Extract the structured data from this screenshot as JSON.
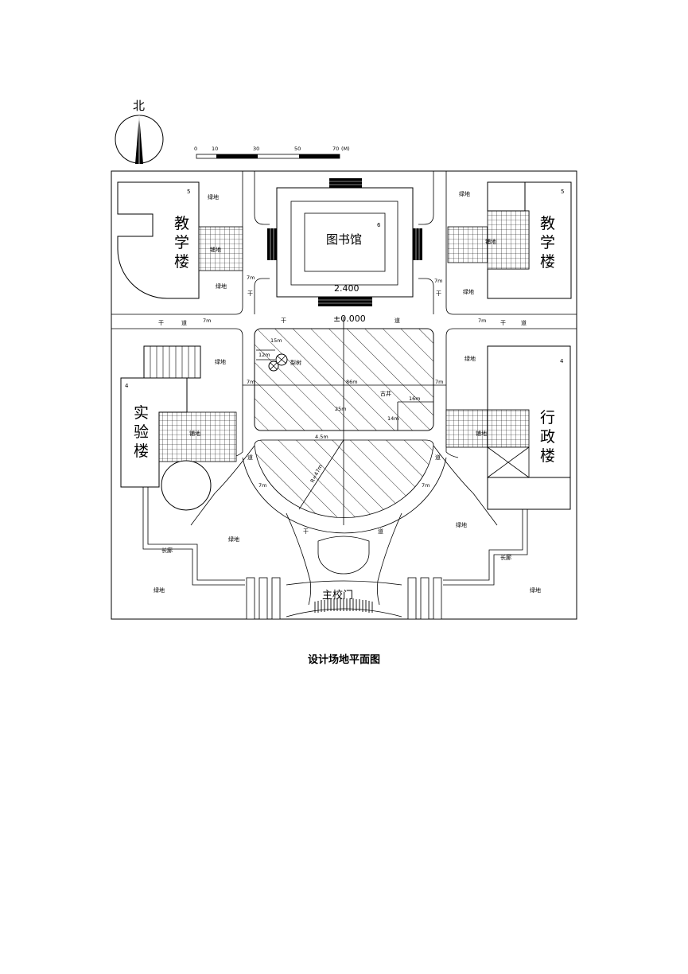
{
  "compass": {
    "north": "北"
  },
  "scale_bar": {
    "ticks": [
      "0",
      "10",
      "30",
      "50",
      "70"
    ],
    "unit": "(M)"
  },
  "buildings": {
    "teaching_left": {
      "chars": [
        "教",
        "学",
        "楼"
      ],
      "floors": "5"
    },
    "teaching_right": {
      "chars": [
        "教",
        "学",
        "楼"
      ],
      "floors": "5"
    },
    "library": {
      "name": "图书馆",
      "floors": "6"
    },
    "lab": {
      "chars": [
        "实",
        "验",
        "楼"
      ],
      "floors": "4"
    },
    "admin": {
      "chars": [
        "行",
        "政",
        "楼"
      ],
      "floors": "4"
    }
  },
  "labels": {
    "green": "绿地",
    "paved": "铺地",
    "trunk": "干",
    "road": "道",
    "corridor": "长廊",
    "pear_tree": "梨树",
    "old_well": "古井",
    "main_gate": "主校门"
  },
  "dimensions": {
    "w7": "7m",
    "w15": "15m",
    "w12": "12m",
    "w86": "86m",
    "w16": "16m",
    "w14": "14m",
    "w25": "25m",
    "w4_5": "4.5m",
    "radius": "R=47m",
    "elev_library": "2.400",
    "elev_square": "±0.000"
  },
  "caption": "设计场地平面图"
}
